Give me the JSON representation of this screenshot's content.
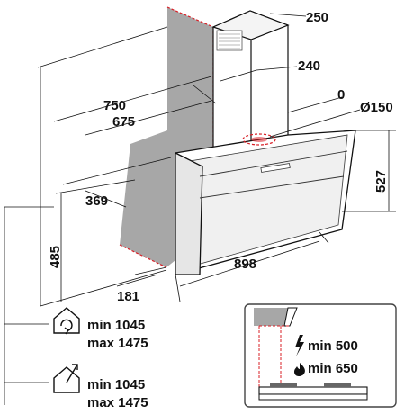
{
  "dimensions": {
    "chimney_width": "250",
    "chimney_depth": "240",
    "hood_width": "750",
    "hood_inner_width": "675",
    "offset_zero": "0",
    "outlet_diameter": "Ø150",
    "front_height": "527",
    "lower_depth": "369",
    "overall_height": "485",
    "bottom_width": "898",
    "bottom_depth": "181"
  },
  "install_recirculation": {
    "icon": "house-recirculation-icon",
    "min": "min 1045",
    "max": "max 1475"
  },
  "install_ducted": {
    "icon": "house-ducted-icon",
    "min": "min 1045",
    "max": "max 1475"
  },
  "clearance": {
    "electric_icon": "lightning-icon",
    "electric": "min 500",
    "gas_icon": "flame-icon",
    "gas": "min 650"
  },
  "colors": {
    "wall": "#a7a7a7",
    "wall_edge": "#d81f26",
    "line": "#111111",
    "glass": "#f0f0f0",
    "inset_border": "#444444"
  }
}
